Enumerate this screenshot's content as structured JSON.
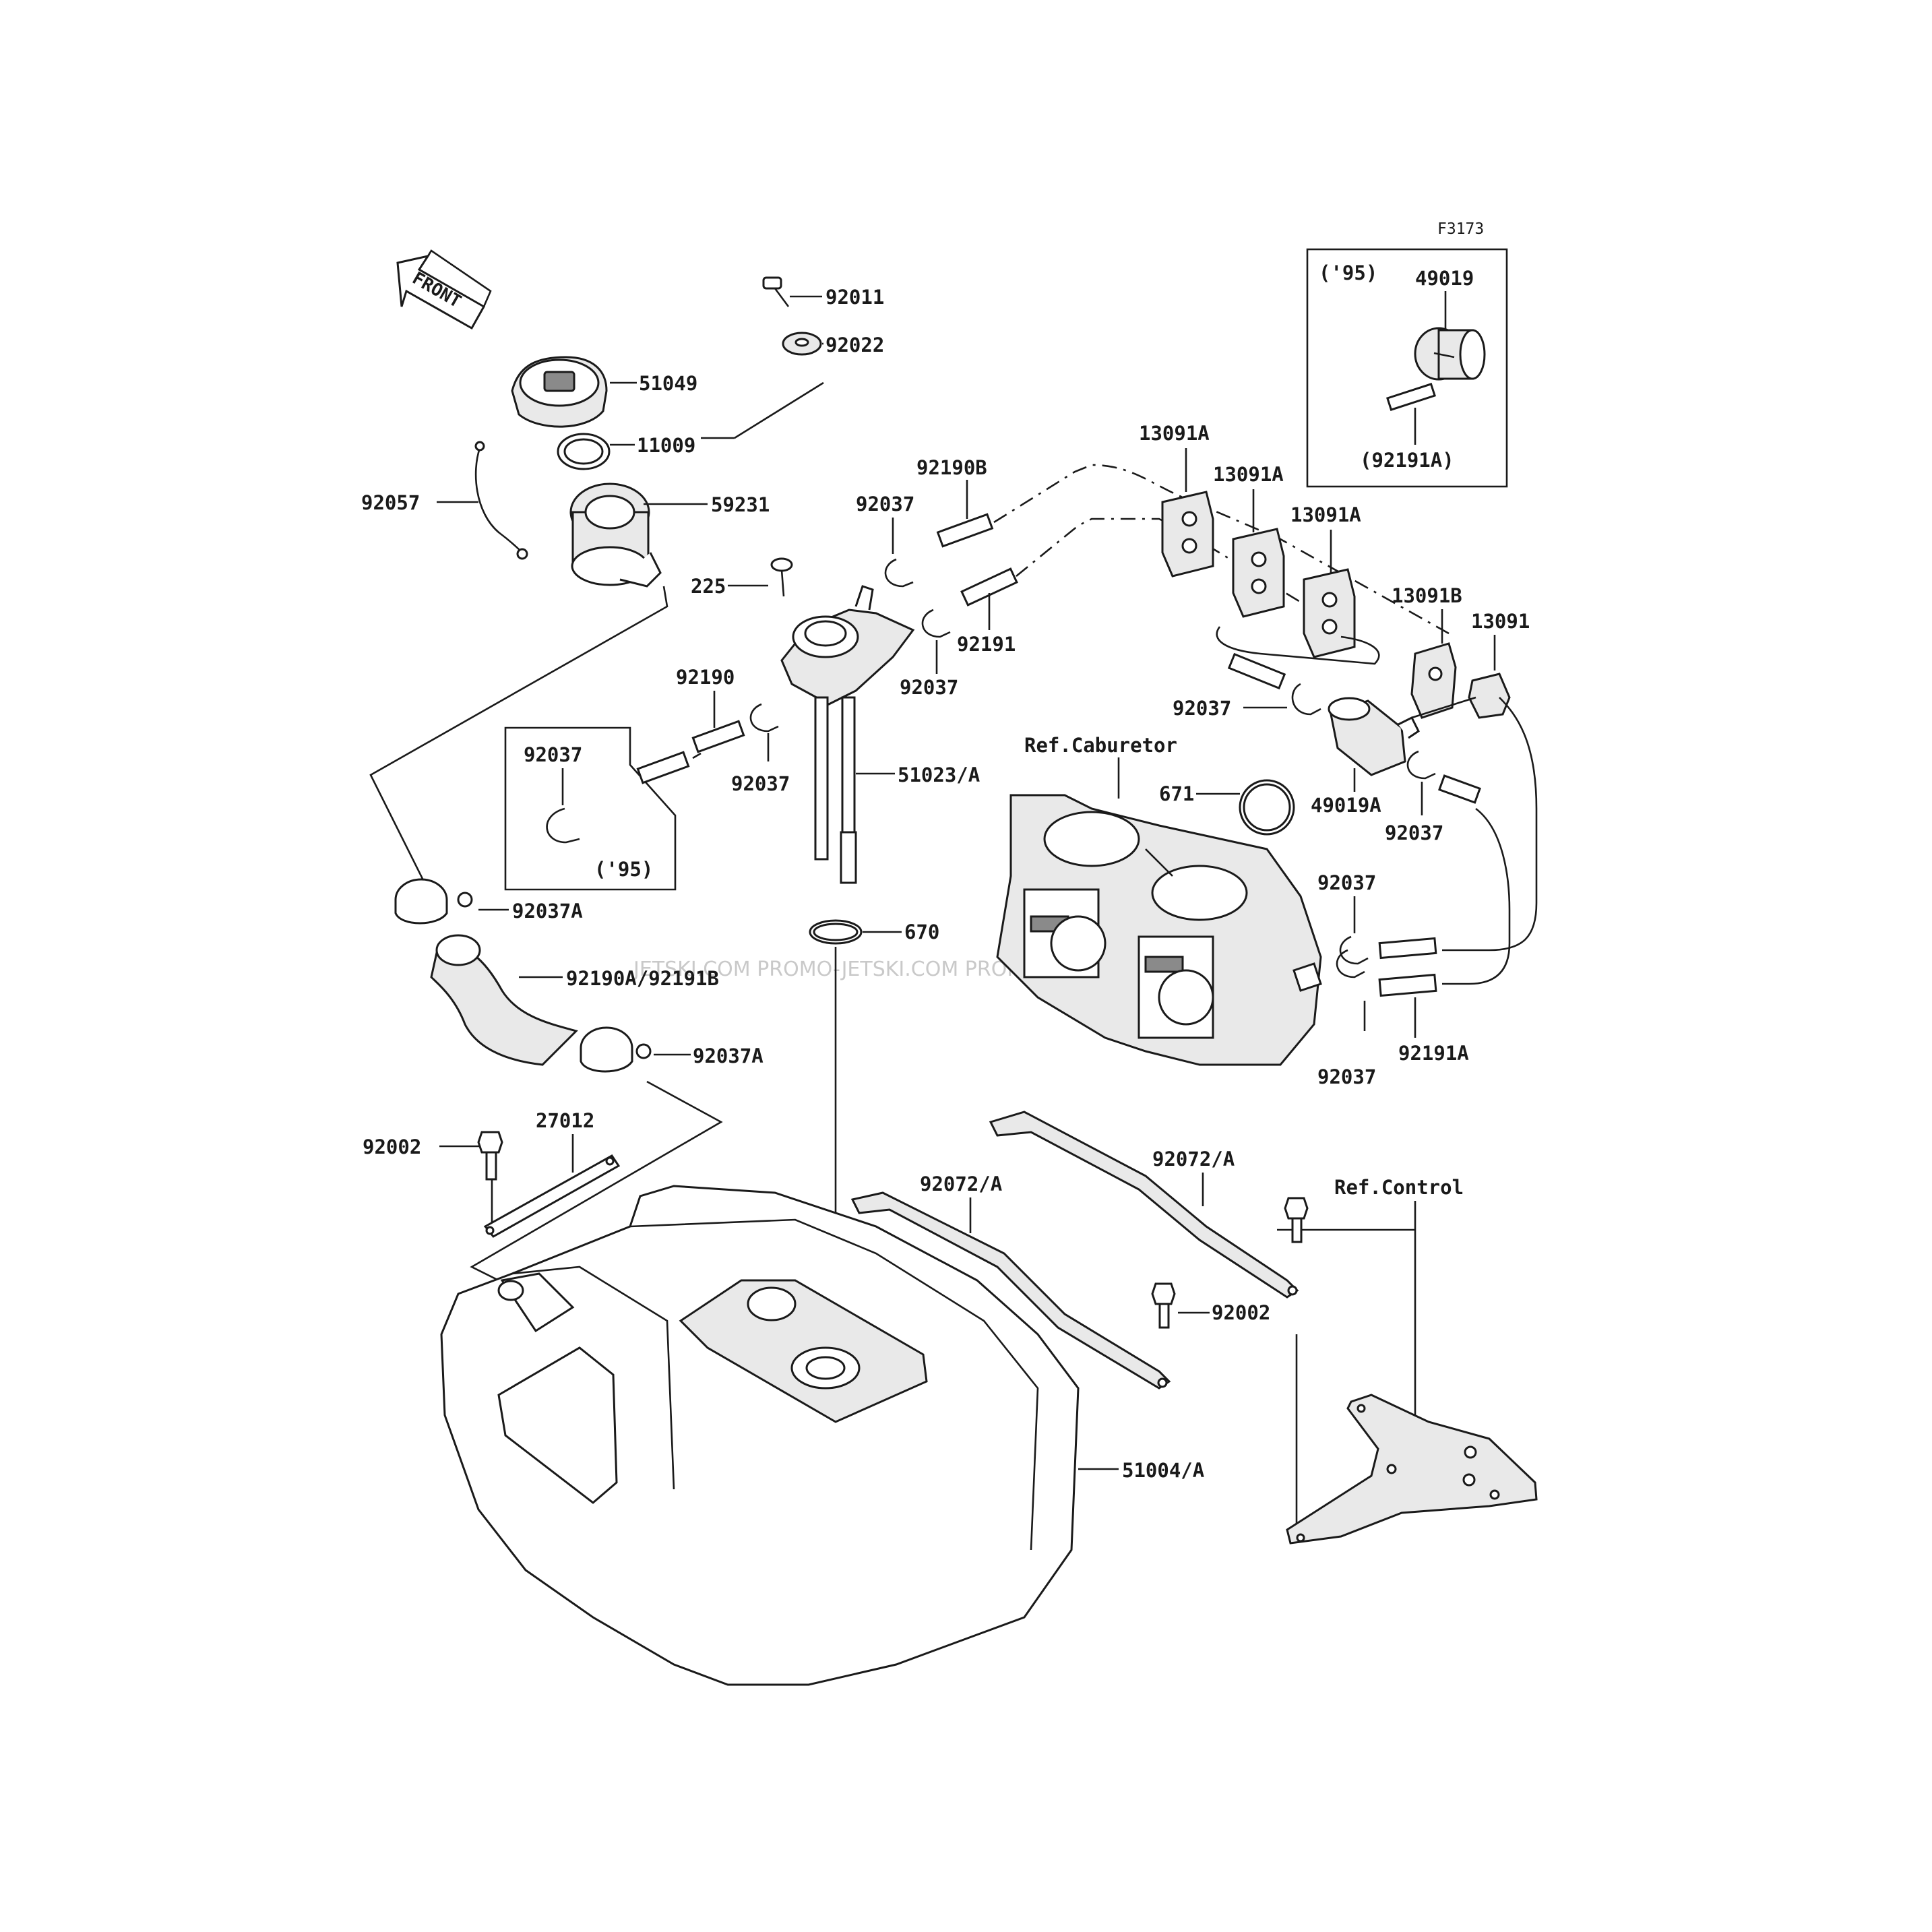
{
  "figure_code": "F3173",
  "front_label": "FRONT",
  "watermark": "JETSKI.COM   PROMO-JETSKI.COM   PROMO-JETSKI.COM",
  "inset_95_top": {
    "year": "('95)",
    "part": "49019",
    "sub_part": "(92191A)"
  },
  "inset_95_left": {
    "part": "92037",
    "year": "('95)"
  },
  "refs": {
    "carburetor": "Ref.Caburetor",
    "control": "Ref.Control"
  },
  "labels": {
    "p92011": "92011",
    "p92022": "92022",
    "p51049": "51049",
    "p11009": "11009",
    "p92057": "92057",
    "p59231": "59231",
    "p92190B": "92190B",
    "p92037_a": "92037",
    "p225": "225",
    "p92191": "92191",
    "p92037_b": "92037",
    "p92190": "92190",
    "p92037_c": "92037",
    "p51023A": "51023/A",
    "p13091A_a": "13091A",
    "p13091A_b": "13091A",
    "p13091A_c": "13091A",
    "p13091B": "13091B",
    "p13091": "13091",
    "p92037_d": "92037",
    "p671": "671",
    "p49019A": "49019A",
    "p92037_e": "92037",
    "p92037A_a": "92037A",
    "p670": "670",
    "p92190A": "92190A/92191B",
    "p92037_f": "92037",
    "p92037A_b": "92037A",
    "p92191A": "92191A",
    "p92037_g": "92037",
    "p27012": "27012",
    "p92002_a": "92002",
    "p92072A_a": "92072/A",
    "p92072A_b": "92072/A",
    "p92002_b": "92002",
    "p51004A": "51004/A"
  }
}
